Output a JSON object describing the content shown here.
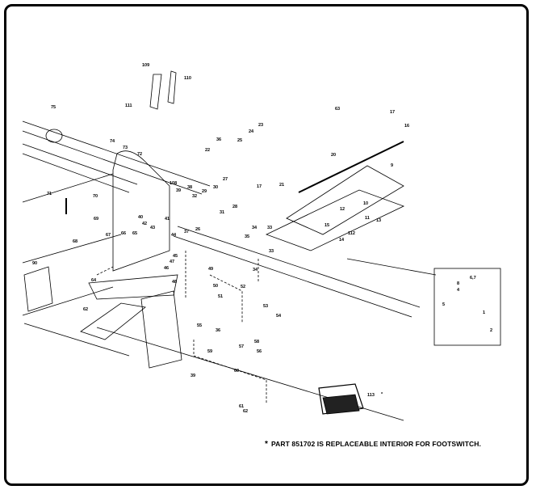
{
  "diagram": {
    "type": "exploded-parts-diagram",
    "footnote": {
      "marker": "*",
      "text": "PART 851702 IS REPLACEABLE INTERIOR FOR FOOTSWITCH."
    },
    "part_labels": [
      {
        "id": "p109",
        "text": "109"
      },
      {
        "id": "p110",
        "text": "110"
      },
      {
        "id": "p111",
        "text": "111"
      },
      {
        "id": "p75",
        "text": "75"
      },
      {
        "id": "p74",
        "text": "74"
      },
      {
        "id": "p73",
        "text": "73"
      },
      {
        "id": "p72",
        "text": "72"
      },
      {
        "id": "p71",
        "text": "71"
      },
      {
        "id": "p70",
        "text": "70"
      },
      {
        "id": "p108",
        "text": "108"
      },
      {
        "id": "p39",
        "text": "39"
      },
      {
        "id": "p38",
        "text": "38"
      },
      {
        "id": "p36",
        "text": "36"
      },
      {
        "id": "p22",
        "text": "22"
      },
      {
        "id": "p24",
        "text": "24"
      },
      {
        "id": "p23",
        "text": "23"
      },
      {
        "id": "p25",
        "text": "25"
      },
      {
        "id": "p27",
        "text": "27"
      },
      {
        "id": "p30",
        "text": "30"
      },
      {
        "id": "p29",
        "text": "29"
      },
      {
        "id": "p28",
        "text": "28"
      },
      {
        "id": "p31",
        "text": "31"
      },
      {
        "id": "p32",
        "text": "32"
      },
      {
        "id": "p63",
        "text": "63"
      },
      {
        "id": "p17a",
        "text": "17"
      },
      {
        "id": "p16",
        "text": "16"
      },
      {
        "id": "p20",
        "text": "20"
      },
      {
        "id": "p9",
        "text": "9"
      },
      {
        "id": "p17b",
        "text": "17"
      },
      {
        "id": "p21",
        "text": "21"
      },
      {
        "id": "p10",
        "text": "10"
      },
      {
        "id": "p13",
        "text": "13"
      },
      {
        "id": "p15",
        "text": "15"
      },
      {
        "id": "p12",
        "text": "12"
      },
      {
        "id": "p11",
        "text": "11"
      },
      {
        "id": "p112",
        "text": "112"
      },
      {
        "id": "p14",
        "text": "14"
      },
      {
        "id": "p69",
        "text": "69"
      },
      {
        "id": "p68",
        "text": "68"
      },
      {
        "id": "p67",
        "text": "67"
      },
      {
        "id": "p66",
        "text": "66"
      },
      {
        "id": "p65",
        "text": "65"
      },
      {
        "id": "p42",
        "text": "42"
      },
      {
        "id": "p40",
        "text": "40"
      },
      {
        "id": "p41",
        "text": "41"
      },
      {
        "id": "p43",
        "text": "43"
      },
      {
        "id": "p44",
        "text": "44"
      },
      {
        "id": "p37",
        "text": "37"
      },
      {
        "id": "p26",
        "text": "26"
      },
      {
        "id": "p34a",
        "text": "34"
      },
      {
        "id": "p33a",
        "text": "33"
      },
      {
        "id": "p35",
        "text": "35"
      },
      {
        "id": "p45",
        "text": "45"
      },
      {
        "id": "p46",
        "text": "46"
      },
      {
        "id": "p47",
        "text": "47"
      },
      {
        "id": "p48",
        "text": "48"
      },
      {
        "id": "p64",
        "text": "64"
      },
      {
        "id": "p62",
        "text": "62"
      },
      {
        "id": "p90",
        "text": "90"
      },
      {
        "id": "p49",
        "text": "49"
      },
      {
        "id": "p50",
        "text": "50"
      },
      {
        "id": "p51",
        "text": "51"
      },
      {
        "id": "p52",
        "text": "52"
      },
      {
        "id": "p53",
        "text": "53"
      },
      {
        "id": "p54",
        "text": "54"
      },
      {
        "id": "p33b",
        "text": "33"
      },
      {
        "id": "p34b",
        "text": "34"
      },
      {
        "id": "p36b",
        "text": "36"
      },
      {
        "id": "p55",
        "text": "55"
      },
      {
        "id": "p56",
        "text": "56"
      },
      {
        "id": "p57",
        "text": "57"
      },
      {
        "id": "p58",
        "text": "58"
      },
      {
        "id": "p59",
        "text": "59"
      },
      {
        "id": "p39b",
        "text": "39"
      },
      {
        "id": "p60",
        "text": "60"
      },
      {
        "id": "p61",
        "text": "61"
      },
      {
        "id": "p62b",
        "text": "62"
      },
      {
        "id": "p113",
        "text": "113"
      },
      {
        "id": "p113star",
        "text": "*"
      },
      {
        "id": "p67b",
        "text": "6,7"
      },
      {
        "id": "p8",
        "text": "8"
      },
      {
        "id": "p4",
        "text": "4"
      },
      {
        "id": "p5",
        "text": "5"
      },
      {
        "id": "p1",
        "text": "1"
      },
      {
        "id": "p2",
        "text": "2"
      }
    ]
  }
}
